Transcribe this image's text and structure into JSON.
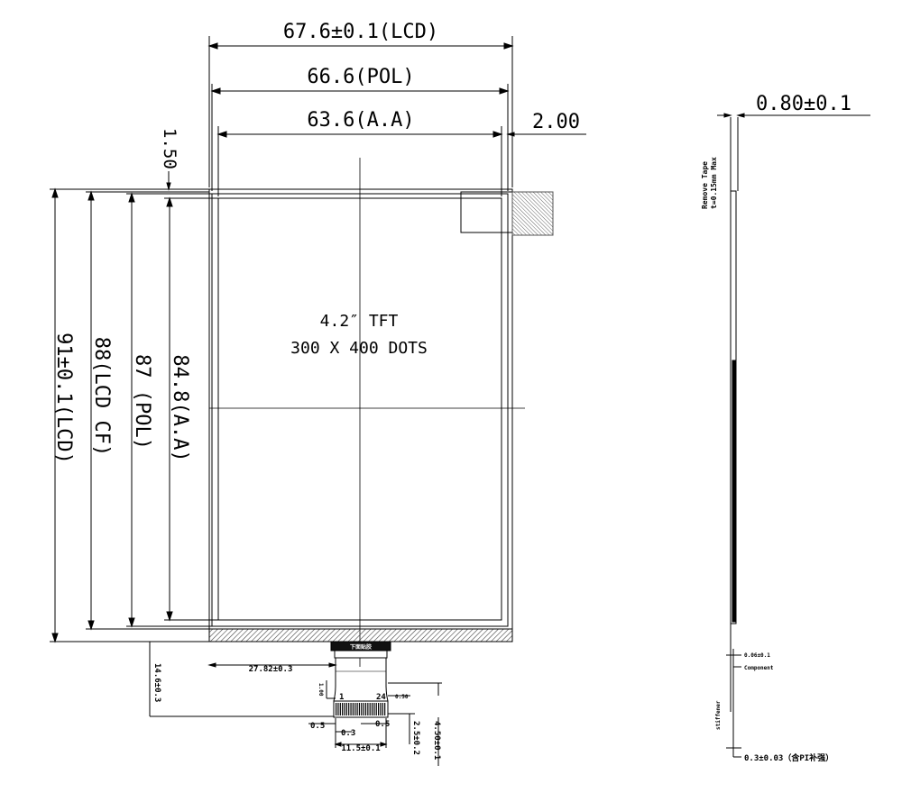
{
  "front_view": {
    "center_title": "4.2″ TFT",
    "center_resolution": "300 X 400 DOTS",
    "dim_width_lcd": "67.6±0.1(LCD)",
    "dim_width_pol": "66.6(POL)",
    "dim_width_aa": "63.6(A.A)",
    "dim_right_offset": "2.00",
    "dim_top_offset": "1.50",
    "dim_height_lcd": "91±0.1(LCD)",
    "dim_height_lcd_cf": "88(LCD CF)",
    "dim_height_pol": "87 (POL)",
    "dim_height_aa": "84.8(A.A)"
  },
  "fpc": {
    "dim_fpc_offset": "27.82±0.3",
    "dim_fpc_length": "14.6±0.3",
    "dim_pitch_1": "1.00",
    "pin_first": "1",
    "pin_last": "24",
    "dim_pin_side": "0.50",
    "dim_pad_left": "0.5",
    "dim_pad_right": "0.5",
    "dim_pitch": "0.3",
    "dim_pin_span": "11.5±0.1",
    "dim_stiffener": "2.5±0.2",
    "dim_finger_len": "4.50±0.1",
    "label_connector": "下面贴胶"
  },
  "side_view": {
    "dim_thickness": "0.80±0.1",
    "label_remove_tape": "Remove Tape",
    "label_tape_thickness": "t=0.15mm Max",
    "dim_component": "0.06±0.1",
    "label_component": "Component",
    "label_stiffener": "stiffener",
    "dim_fpc_thickness": "0.3±0.03（含PI补强）"
  },
  "colors": {
    "line": "#000000",
    "background": "#ffffff",
    "hatch": "#555555"
  }
}
